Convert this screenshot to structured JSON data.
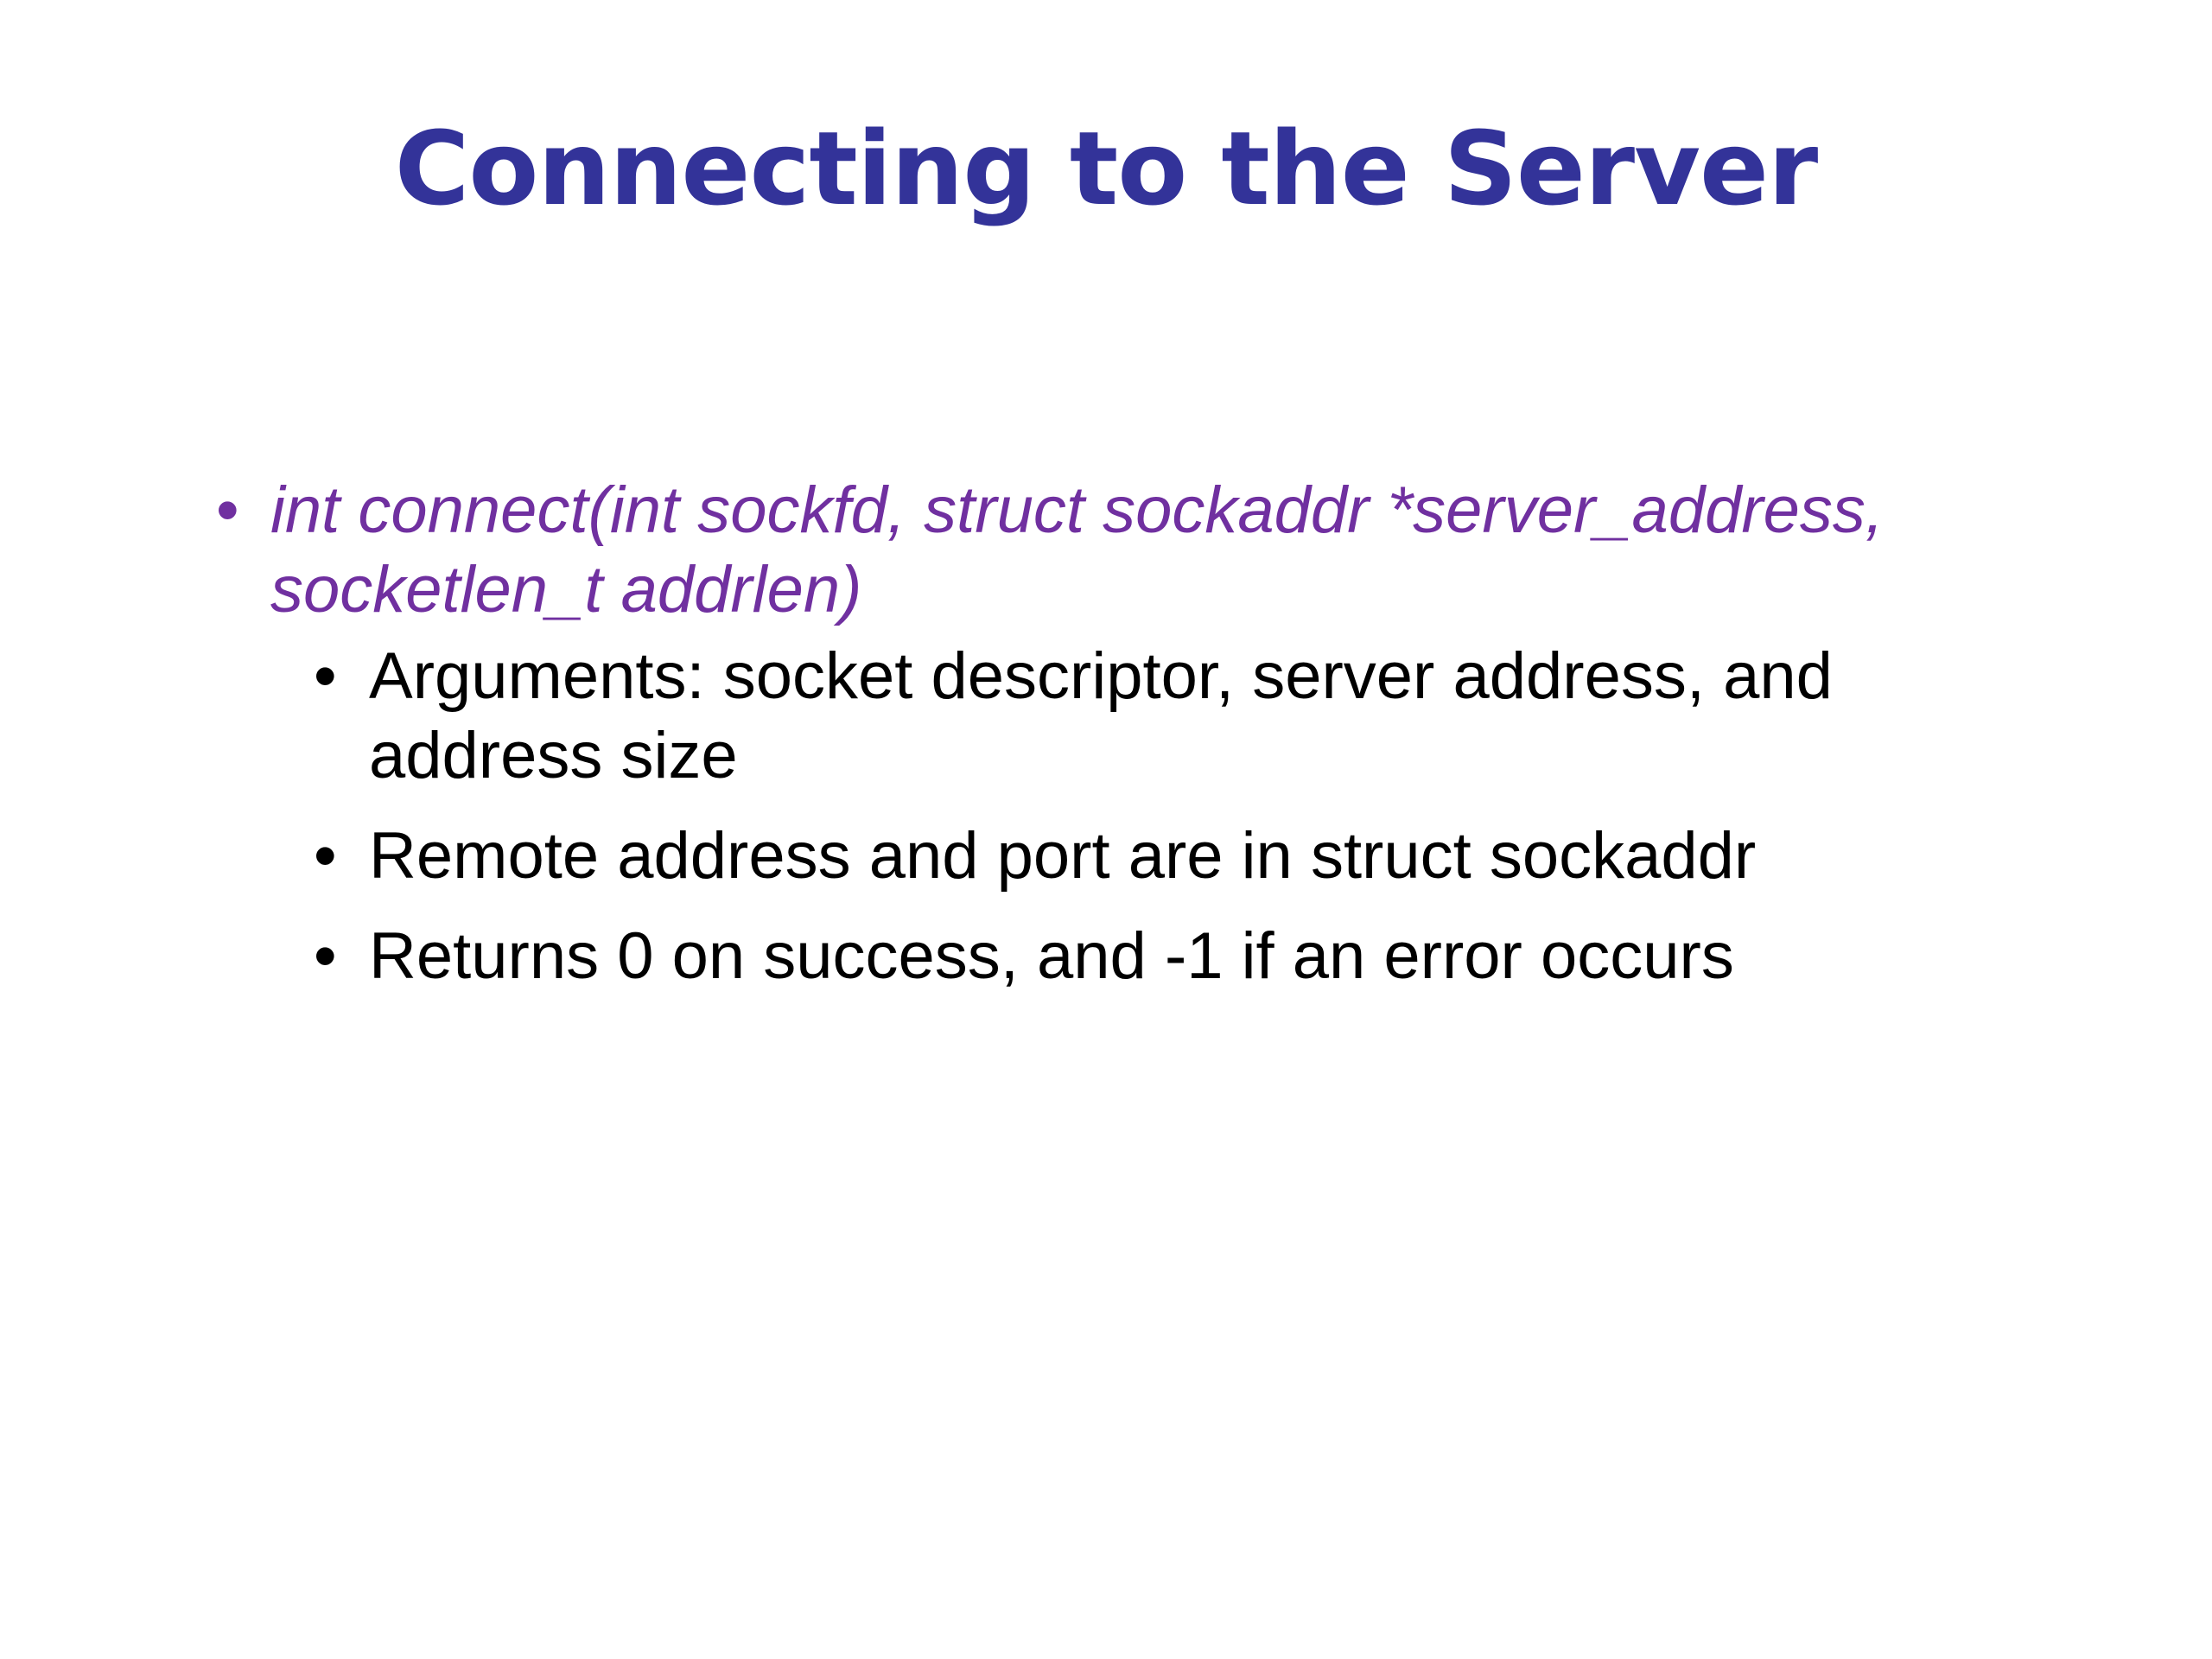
{
  "slide": {
    "title": "Connecting to the Server",
    "colors": {
      "title": "#333399",
      "signature": "#7030a0",
      "body": "#000000"
    },
    "main_bullet": {
      "marker": "•",
      "text": "int connect(int sockfd, struct sockaddr *server_address, socketlen_t addrlen)"
    },
    "sub_bullets": [
      {
        "marker": "•",
        "text": "Arguments: socket descriptor, server address, and address size"
      },
      {
        "marker": "•",
        "text": "Remote address and port are in struct sockaddr"
      },
      {
        "marker": "•",
        "text": "Returns 0 on success, and -1 if an error occurs"
      }
    ]
  }
}
